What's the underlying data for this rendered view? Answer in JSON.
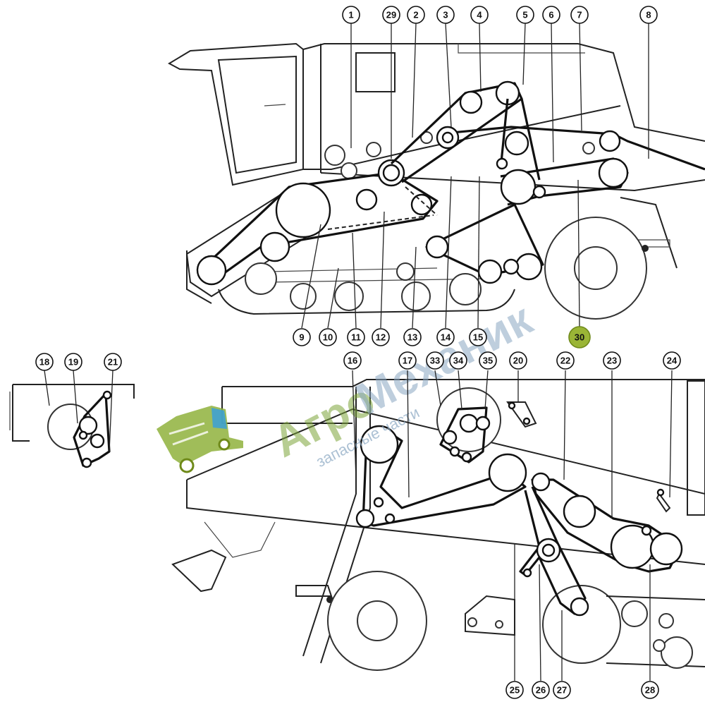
{
  "diagram": {
    "callouts_top": [
      "1",
      "29",
      "2",
      "3",
      "4",
      "5",
      "6",
      "7",
      "8"
    ],
    "callouts_mid_row": [
      "9",
      "10",
      "11",
      "12",
      "13",
      "14",
      "15"
    ],
    "callout_highlight": "30",
    "callouts_inset": [
      "18",
      "19",
      "21"
    ],
    "callouts_bottom_upper": [
      "16",
      "17",
      "33",
      "34",
      "35",
      "20",
      "22",
      "23",
      "24"
    ],
    "callouts_bottom_lower": [
      "25",
      "26",
      "27",
      "28"
    ],
    "highlight_color": "#9ab536"
  },
  "watermark": {
    "brand_part1": "Агро",
    "brand_part2": "Механик",
    "tagline": "запасные части",
    "logo_icon": "combine-harvester-icon"
  }
}
